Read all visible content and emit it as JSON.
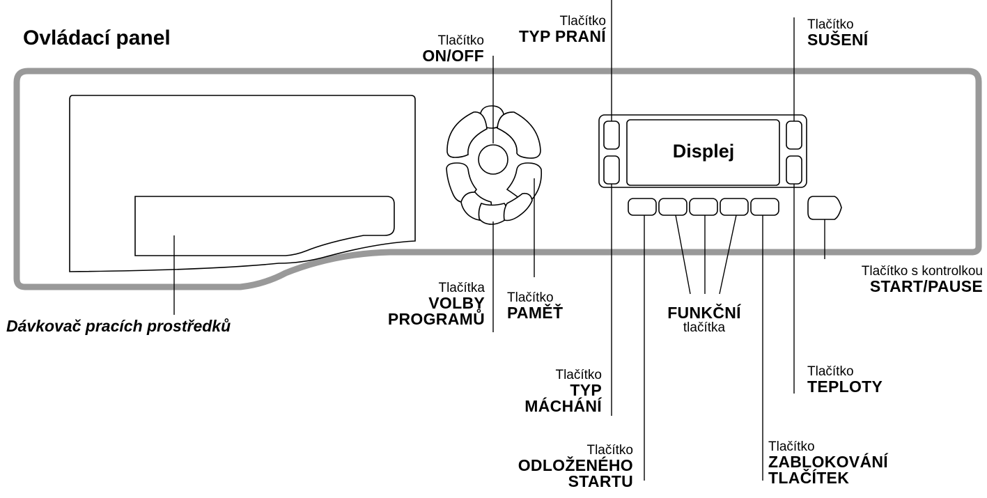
{
  "title": "Ovládací panel",
  "display": "Displej",
  "labels": {
    "on_off": {
      "prefix": "Tlačítko",
      "name": "ON/OFF"
    },
    "typ_prani": {
      "prefix": "Tlačítko",
      "name": "TYP PRANÍ"
    },
    "suseni": {
      "prefix": "Tlačítko",
      "name": "SUŠENÍ"
    },
    "start_pause": {
      "prefix": "Tlačítko s kontrolkou",
      "name": "START/PAUSE"
    },
    "volby_programu": {
      "prefix": "Tlačítka",
      "line1": "VOLBY",
      "line2": "PROGRAMŮ"
    },
    "pamet": {
      "prefix": "Tlačítko",
      "name": "PAMĚŤ"
    },
    "funkcni": {
      "name": "FUNKČNÍ",
      "suffix": "tlačítka"
    },
    "teploty": {
      "prefix": "Tlačítko",
      "name": "TEPLOTY"
    },
    "typ_machani": {
      "prefix": "Tlačítko",
      "line1": "TYP",
      "line2": "MÁCHÁNÍ"
    },
    "odlozeneho_startu": {
      "prefix": "Tlačítko",
      "line1": "ODLOŽENÉHO",
      "line2": "STARTU"
    },
    "zablokovani_tlacitek": {
      "prefix": "Tlačítko",
      "line1": "ZABLOKOVÁNÍ",
      "line2": "TLAČÍTEK"
    },
    "davkovac": {
      "name": "Dávkovač pracích prostředků"
    }
  },
  "colors": {
    "panel_border": "#999999",
    "line": "#000000",
    "background": "#ffffff"
  }
}
